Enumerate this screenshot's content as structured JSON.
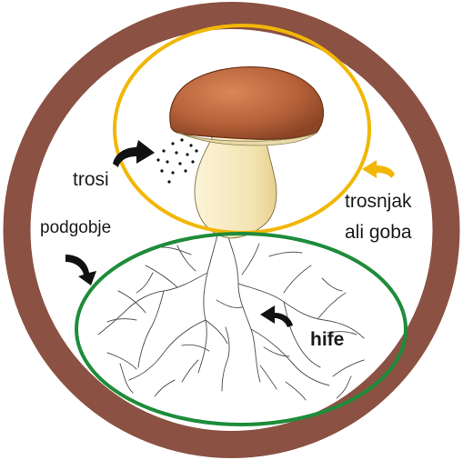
{
  "labels": {
    "spores": "trosi",
    "fruiting_body_line1": "trosnjak",
    "fruiting_body_line2": "ali goba",
    "mycelium": "podgobje",
    "hyphae": "hife"
  },
  "colors": {
    "outer_ring": "#8B5143",
    "fruiting_body_outline": "#F2B705",
    "mycelium_outline": "#1E8C3A",
    "arrow_black": "#111111",
    "arrow_yellow": "#F2B705",
    "cap": "#B8633A",
    "stem": "#F7ECC0",
    "hyphae_lines": "#555555"
  },
  "icons": [
    "arrow-black",
    "arrow-yellow",
    "mushroom-illustration",
    "mycelium-illustration",
    "spore-dots"
  ]
}
